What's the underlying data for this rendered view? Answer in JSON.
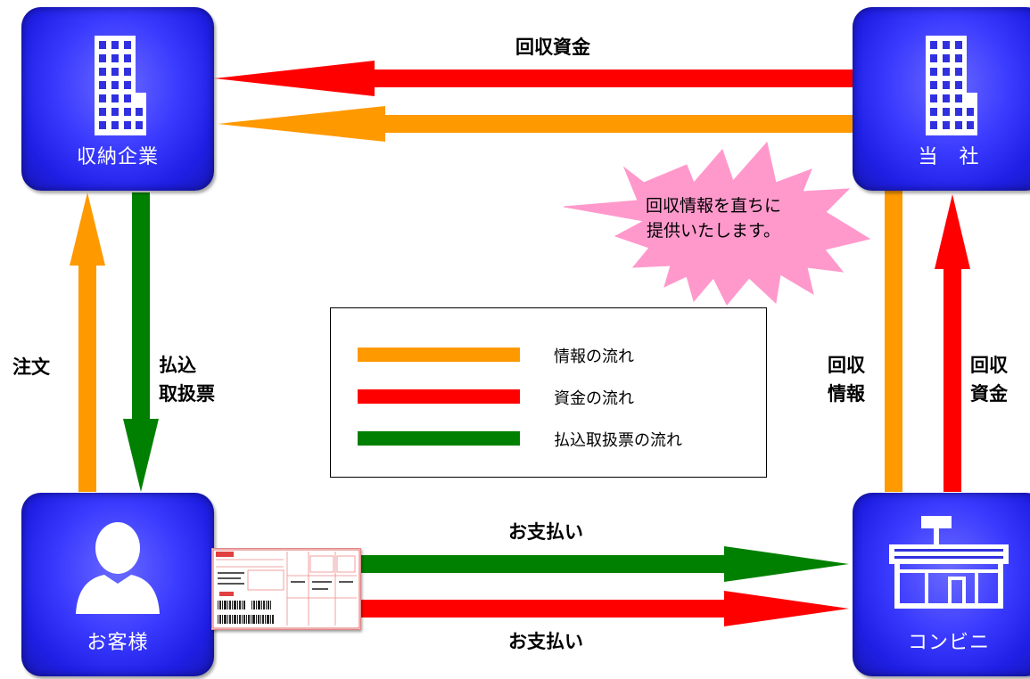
{
  "nodes": {
    "company": "収納企業",
    "our_company": "当　社",
    "customer": "お客様",
    "convenience_store": "コンビニ"
  },
  "labels": {
    "top_funds": "回収資金",
    "order": "注文",
    "payment_slip_line1": "払込",
    "payment_slip_line2": "取扱票",
    "info_line1": "回収",
    "info_line2": "情報",
    "funds_line1": "回収",
    "funds_line2": "資金",
    "payment_top": "お支払い",
    "payment_bottom": "お支払い"
  },
  "callout": {
    "line1": "回収情報を直ちに",
    "line2": "提供いたします。"
  },
  "legend": {
    "items": [
      {
        "label": "情報の流れ",
        "color": "#ff9900"
      },
      {
        "label": "資金の流れ",
        "color": "#ff0000"
      },
      {
        "label": "払込取扱票の流れ",
        "color": "#008000"
      }
    ]
  },
  "colors": {
    "info": "#ff9900",
    "funds": "#ff0000",
    "slip": "#008000",
    "node_blue": "#2a2aff",
    "callout_pink": "#ff99cc"
  }
}
